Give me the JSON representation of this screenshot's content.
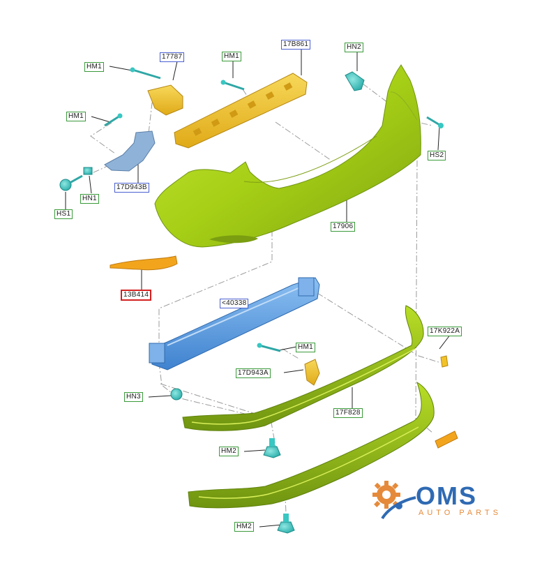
{
  "diagram": {
    "labels": {
      "hm1_a": "HM1",
      "part_17787": "17787",
      "hm1_b": "HM1",
      "part_17b861": "17B861",
      "hn2": "HN2",
      "hm1_c": "HM1",
      "hs2": "HS2",
      "hn1": "HN1",
      "part_17d943b": "17D943B",
      "hs1": "HS1",
      "part_17906": "17906",
      "part_13b414": "13B414",
      "part_40338": "<40338",
      "part_17k922a": "17K922A",
      "hm1_d": "HM1",
      "part_17d943a": "17D943A",
      "hn3": "HN3",
      "part_17f828": "17F828",
      "hm2_a": "HM2",
      "hm2_b": "HM2"
    },
    "highlighted_part": "13B414"
  },
  "logo": {
    "main_text": "OMS",
    "sub_text": "AUTO PARTS"
  },
  "colors": {
    "bumper_green": "#a6cf16",
    "bracket_yellow": "#f2c22a",
    "beam_blue": "#5b9be0",
    "clip_cyan": "#38c7c2",
    "bracket_grey_blue": "#8fb2d8",
    "reflector_orange": "#f2a51c",
    "callout_green": "#3a9a3a",
    "callout_blue": "#4a5fd0",
    "highlight_red": "#d42020",
    "logo_blue": "#2f6ab3",
    "logo_orange": "#e58a3a"
  }
}
